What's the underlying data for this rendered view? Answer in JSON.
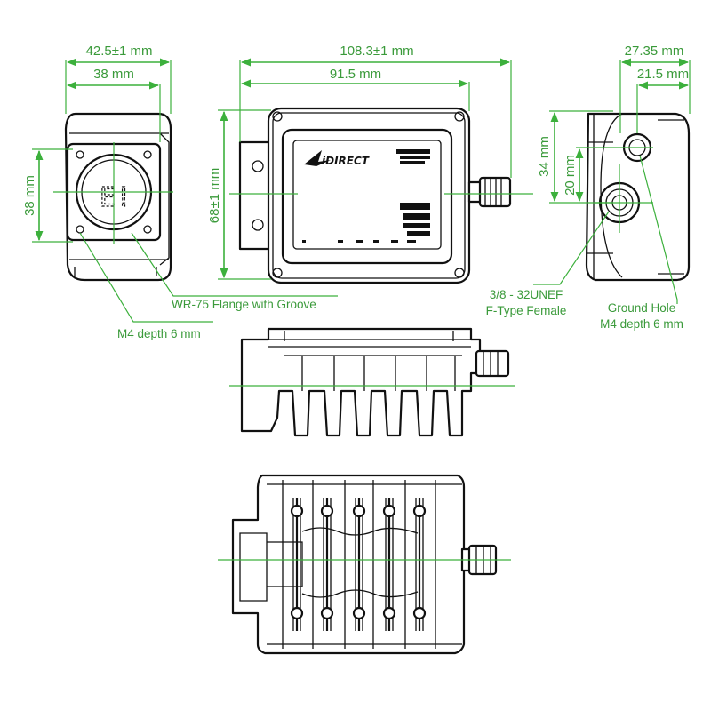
{
  "dimensions": {
    "front_width_total": "42.5±1 mm",
    "front_width_flange": "38 mm",
    "front_height": "38 mm",
    "top_length_total": "108.3±1 mm",
    "top_length_body": "91.5 mm",
    "top_height": "68±1 mm",
    "side_width_total": "27.35 mm",
    "side_width_offset": "21.5 mm",
    "side_height_total": "34 mm",
    "side_height_offset": "20 mm"
  },
  "callouts": {
    "flange": "WR-75 Flange with Groove",
    "mount_hole": "M4 depth 6 mm",
    "connector_thread": "3/8 - 32UNEF",
    "connector_type": "F-Type Female",
    "ground_hole": "Ground Hole",
    "ground_hole_depth": "M4 depth 6 mm"
  },
  "product_markings": {
    "logo_text": "iDIRECT"
  },
  "colors": {
    "dimension_line": "#3cb03c",
    "dimension_text": "#3a9a3a",
    "outline": "#111111",
    "background": "#ffffff"
  }
}
